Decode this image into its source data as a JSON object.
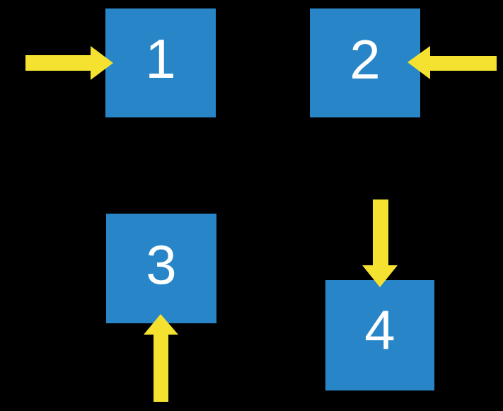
{
  "scene": {
    "description": "Four blue squares on a black background, each pointed at by a yellow block arrow",
    "background_color": "#000000",
    "colors": {
      "square": "#2886C8",
      "arrow": "#F5E130",
      "label": "#FFFFFF"
    },
    "squares": [
      {
        "label": "1",
        "position": "top-left",
        "arrow": {
          "direction": "right",
          "enters_from": "left side"
        }
      },
      {
        "label": "2",
        "position": "top-right",
        "arrow": {
          "direction": "left",
          "enters_from": "right side"
        }
      },
      {
        "label": "3",
        "position": "bottom-left",
        "arrow": {
          "direction": "up",
          "enters_from": "bottom side"
        }
      },
      {
        "label": "4",
        "position": "bottom-right",
        "arrow": {
          "direction": "down",
          "enters_from": "top side"
        }
      }
    ]
  }
}
